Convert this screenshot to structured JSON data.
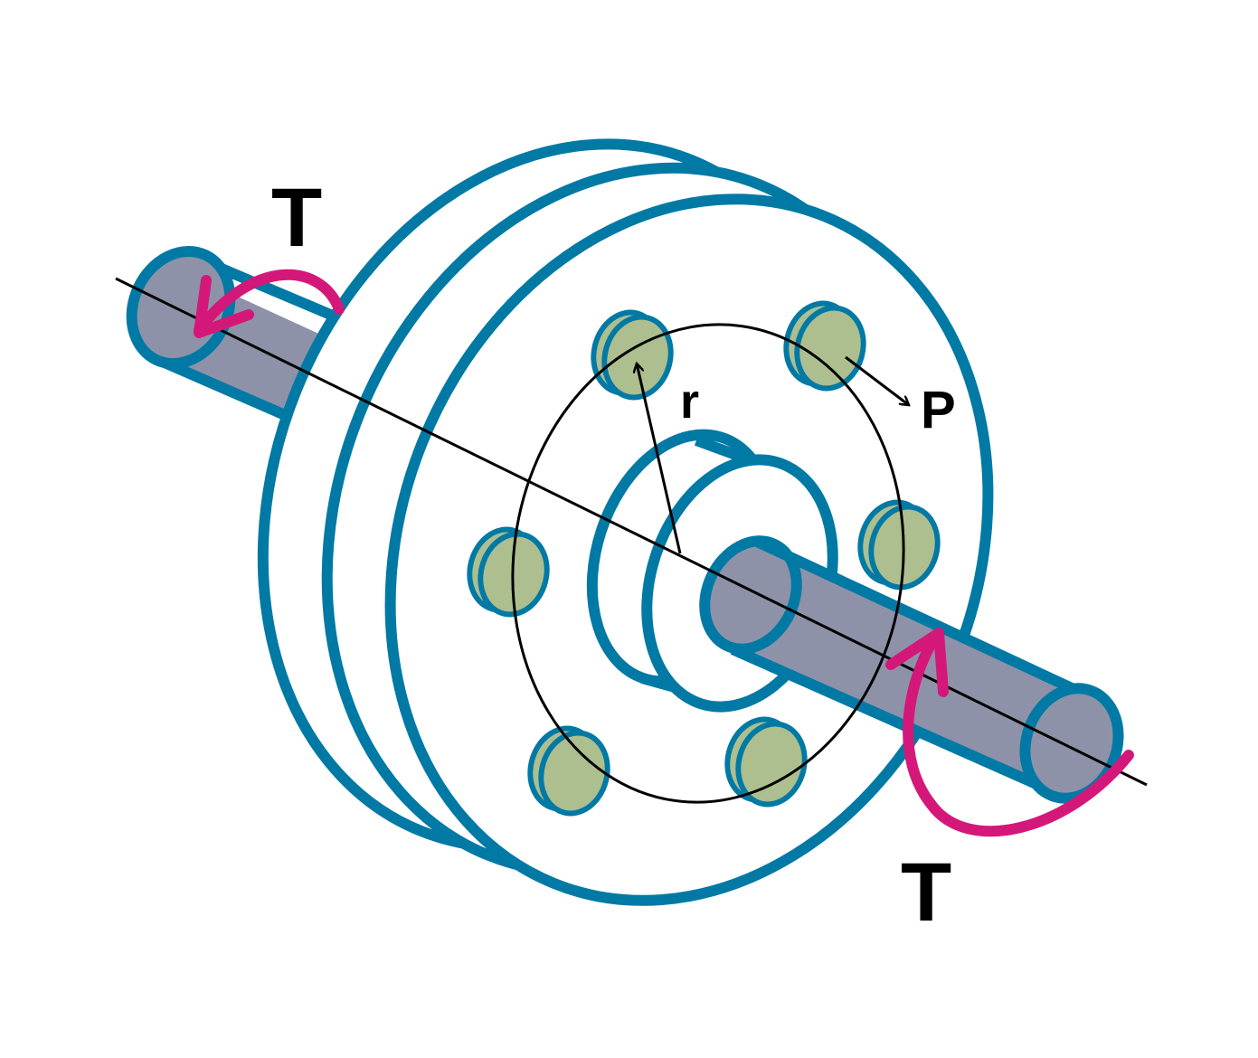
{
  "labels": {
    "torque_left": "T",
    "torque_right": "T",
    "radius": "r",
    "force": "P"
  },
  "colors": {
    "outline": "#0079A5",
    "shaft": "#8E92A8",
    "bolt": "#ADBE8F",
    "torque_arrow": "#D4187A",
    "line": "#000000"
  },
  "bolt_count": 6
}
